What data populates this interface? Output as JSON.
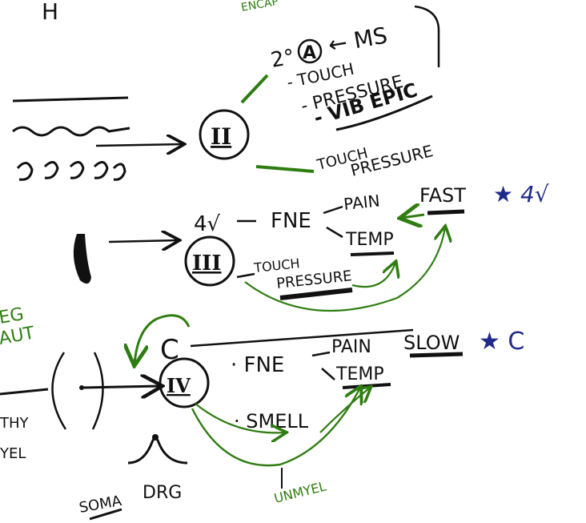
{
  "corner": {
    "letter": "H",
    "green_top": "ENCAP"
  },
  "colors": {
    "ink": "#111111",
    "green": "#2f7d12",
    "blue": "#1f2a8a"
  },
  "fiber_II": {
    "label": "II",
    "circled_A": "A",
    "line1": "2°",
    "line1_suffix": "← MS",
    "line2": "- TOUCH",
    "line3": "- PRESSURE",
    "line4": "- VIB EPIC",
    "extra1": "TOUCH",
    "extra2": "PRESSURE"
  },
  "fiber_III": {
    "label": "III",
    "size": "4√",
    "fne": "FNE",
    "pain": "PAIN",
    "fast": "FAST",
    "fast_star": "★ 4√",
    "temp": "TEMP",
    "touch": "TOUCH",
    "pressure": "PRESSURE"
  },
  "fiber_IV": {
    "label": "IV",
    "c_top": "C",
    "fne": "· FNE",
    "pain": "PAIN",
    "slow": "SLOW",
    "slow_star": "★ C",
    "temp": "TEMP",
    "smell": "· SMELL",
    "unmyel": "UNMYEL"
  },
  "left_margin": {
    "green1": "EG",
    "green2": "AUT",
    "black1": "THY",
    "black2": "YEL"
  },
  "bottom": {
    "soma": "SOMA",
    "drg": "DRG"
  }
}
